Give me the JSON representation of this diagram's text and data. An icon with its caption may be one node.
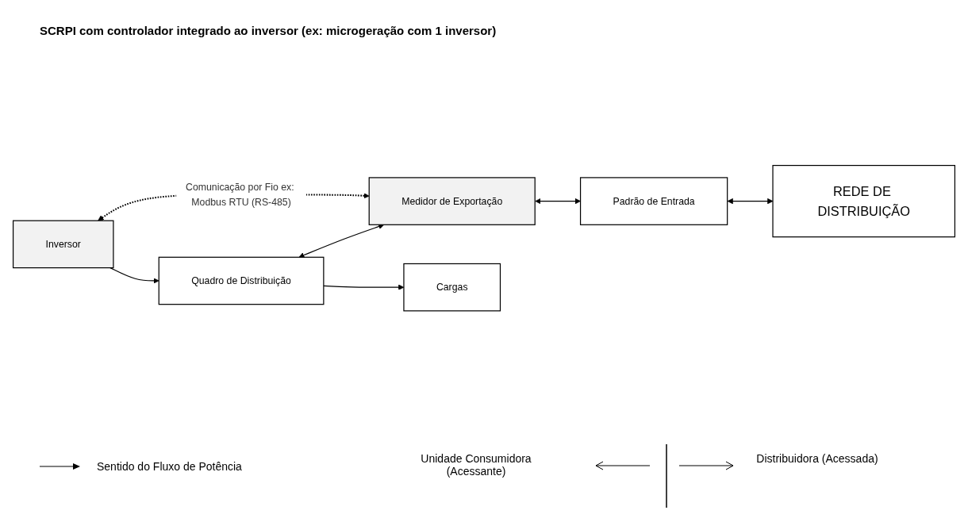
{
  "diagram": {
    "title": "SCRPI com controlador integrado ao inversor (ex: microgeração com 1 inversor)",
    "nodes": [
      {
        "text": [
          "Inversor"
        ]
      },
      {
        "text": [
          "Quadro de Distribuição"
        ]
      },
      {
        "text": [
          "Medidor de Exportação"
        ]
      },
      {
        "text": [
          "Padrão de Entrada"
        ]
      },
      {
        "text": [
          "REDE DE DISTRIBUIÇÃO"
        ]
      },
      {
        "text": [
          "Cargas"
        ]
      }
    ],
    "edges": [
      {
        "from": 0,
        "to": 1,
        "arrow": "to"
      },
      {
        "from": 1,
        "to": 2,
        "arrow": "both"
      },
      {
        "from": 2,
        "to": 3,
        "arrow": "both"
      },
      {
        "from": 3,
        "to": 4,
        "arrow": "both"
      },
      {
        "from": 1,
        "to": 5,
        "arrow": "to"
      },
      {
        "from": 0,
        "to": 2,
        "arrow": "both",
        "style": "dashed",
        "label": "Comunicação por Fio ex: Modbus RTU (RS-485)"
      }
    ],
    "labels": [
      "Unidade Consumidora (Acessante)",
      "Distribuidora (Acessada)"
    ],
    "legend": [
      {
        "text": "Sentido do Fluxo de Potência"
      }
    ]
  }
}
